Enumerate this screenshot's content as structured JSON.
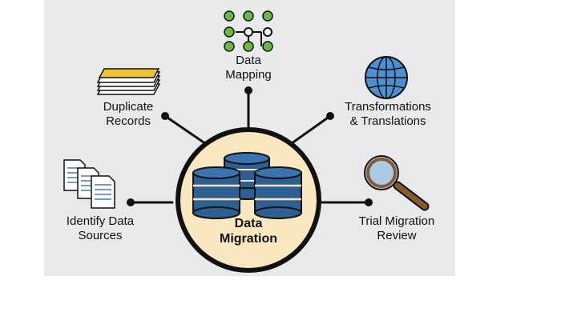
{
  "center": {
    "line1": "Data",
    "line2": "Migration"
  },
  "nodes": {
    "data_mapping": {
      "line1": "Data",
      "line2": "Mapping",
      "icon": "grid-network-icon"
    },
    "duplicate_records": {
      "line1": "Duplicate",
      "line2": "Records",
      "icon": "paper-stack-icon"
    },
    "transformations": {
      "line1": "Transformations",
      "line2": "& Translations",
      "icon": "globe-icon"
    },
    "identify_sources": {
      "line1": "Identify Data",
      "line2": "Sources",
      "icon": "documents-icon"
    },
    "trial_review": {
      "line1": "Trial Migration",
      "line2": "Review",
      "icon": "magnifier-icon"
    }
  },
  "colors": {
    "background_panel": "#e8e9ea",
    "hub_fill": "#f8e7bf",
    "database_blue": "#2c5f93",
    "grid_green": "#6dbb3a",
    "globe_blue": "#4a90d2",
    "paper_yellow": "#f2c22a",
    "lens_blue": "#a9cbe8",
    "handle_brown": "#8b5a2b"
  }
}
